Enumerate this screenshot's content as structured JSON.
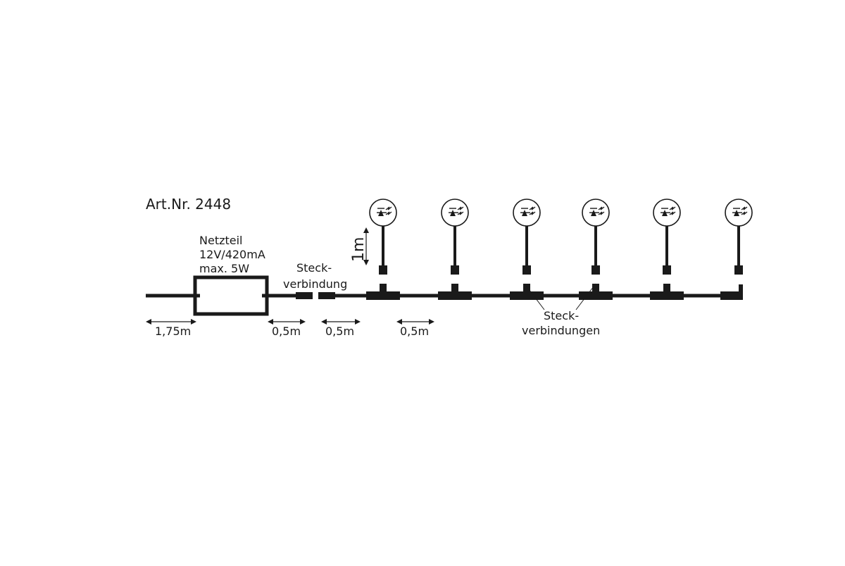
{
  "diagram": {
    "article": "Art.Nr. 2448",
    "power_supply": {
      "line1": "Netzteil",
      "line2": "12V/420mA",
      "line3": "max. 5W"
    },
    "connector_label": {
      "line1": "Steck-",
      "line2": "verbindung"
    },
    "connectors_label": {
      "line1": "Steck-",
      "line2": "verbindungen"
    },
    "dimensions": {
      "lead_cable": "1,75m",
      "psu_out": "0,5m",
      "after_connector": "0,5m",
      "between_lights": "0,5m",
      "drop_length": "1m"
    },
    "light_count": 6,
    "colors": {
      "line": "#1a1a1a",
      "background": "#ffffff"
    }
  }
}
